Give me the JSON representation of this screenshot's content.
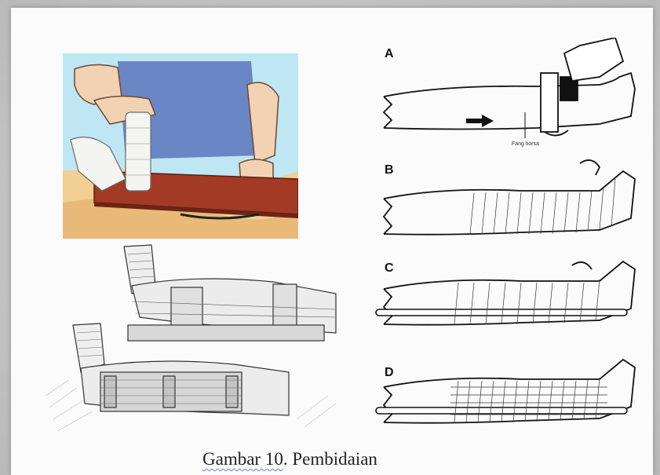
{
  "caption": {
    "prefix": "Gambar 10",
    "suffix": ". Pembidaian"
  },
  "steps": [
    {
      "label": "A"
    },
    {
      "label": "B"
    },
    {
      "label": "C"
    },
    {
      "label": "D"
    }
  ],
  "step_a_annotation": "Fang tiorsa",
  "colors": {
    "page": "#fbfbfb",
    "shirt": "#6b86c4",
    "skin": "#f3d2b4",
    "splint": "#a33a25",
    "bandage": "#f4f4f0",
    "sky": "#bfe6f3"
  }
}
